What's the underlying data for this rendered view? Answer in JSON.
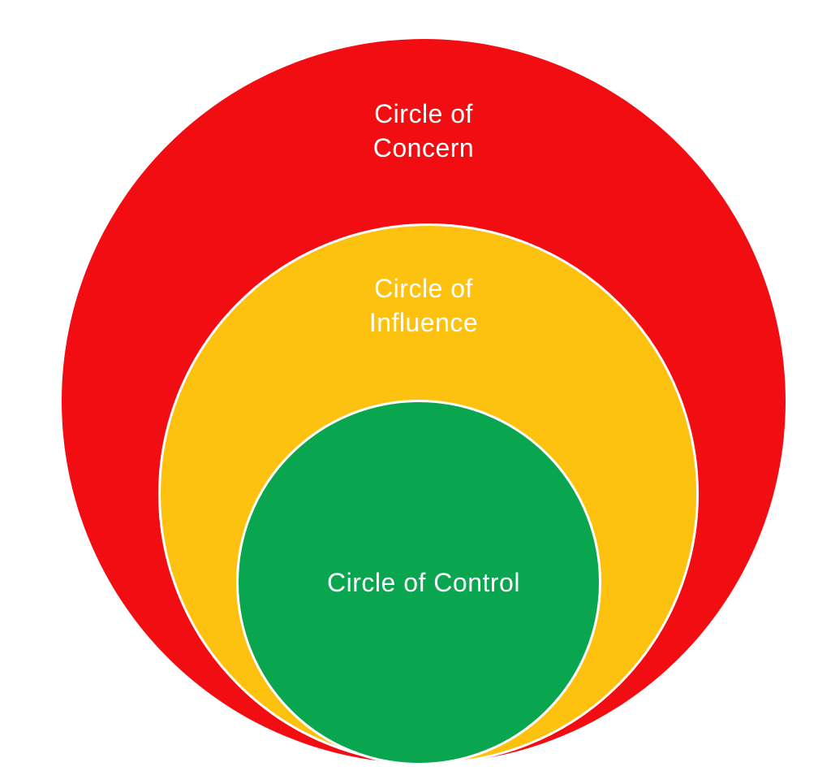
{
  "diagram": {
    "background_color": "#FFFFFF",
    "ring_color": "#FFFFFF",
    "text_color": "#FFFFFF",
    "circles": [
      {
        "id": "circle-of-concern",
        "label": "Circle of Concern",
        "lines": [
          "Circle of",
          "Concern"
        ],
        "color": "#F20D12",
        "level": "outer"
      },
      {
        "id": "circle-of-influence",
        "label": "Circle of Influence",
        "lines": [
          "Circle of",
          "Influence"
        ],
        "color": "#FDC110",
        "level": "middle"
      },
      {
        "id": "circle-of-control",
        "label": "Circle of Control",
        "lines": [
          "Circle of Control"
        ],
        "color": "#0AA64F",
        "level": "inner"
      }
    ]
  }
}
